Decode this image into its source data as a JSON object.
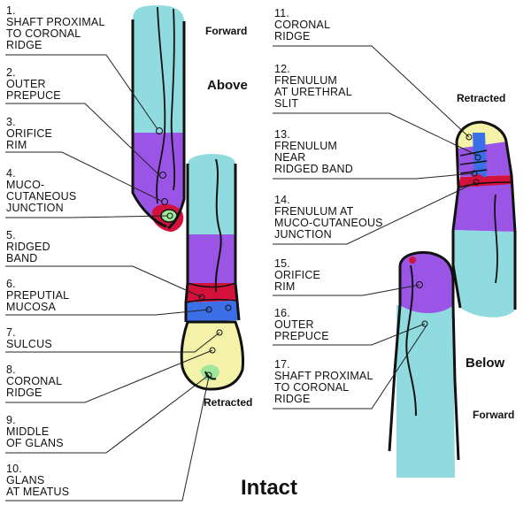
{
  "headings": {
    "forward_top": "Forward",
    "above": "Above",
    "retracted_top": "Retracted",
    "retracted_left": "Retracted",
    "below": "Below",
    "forward_bottom": "Forward",
    "intact": "Intact"
  },
  "labels": [
    {
      "id": 1,
      "text": "1.\nSHAFT PROXIMAL\nTO CORONAL\nRIDGE"
    },
    {
      "id": 2,
      "text": "2.\nOUTER\nPREPUCE"
    },
    {
      "id": 3,
      "text": "3.\nORIFICE\nRIM"
    },
    {
      "id": 4,
      "text": "4.\nMUCO-\nCUTANEOUS\nJUNCTION"
    },
    {
      "id": 5,
      "text": "5.\nRIDGED\nBAND"
    },
    {
      "id": 6,
      "text": "6.\nPREPUTIAL\nMUCOSA"
    },
    {
      "id": 7,
      "text": "7.\nSULCUS"
    },
    {
      "id": 8,
      "text": "8.\nCORONAL\nRIDGE"
    },
    {
      "id": 9,
      "text": "9.\nMIDDLE\nOF GLANS"
    },
    {
      "id": 10,
      "text": "10.\nGLANS\nAT MEATUS"
    },
    {
      "id": 11,
      "text": "11.\nCORONAL\nRIDGE"
    },
    {
      "id": 12,
      "text": "12.\nFRENULUM\nAT URETHRAL\nSLIT"
    },
    {
      "id": 13,
      "text": "13.\nFRENULUM\nNEAR\nRIDGED BAND"
    },
    {
      "id": 14,
      "text": "14.\nFRENULUM AT\nMUCO-CUTANEOUS\nJUNCTION"
    },
    {
      "id": 15,
      "text": "15.\nORIFICE\nRIM"
    },
    {
      "id": 16,
      "text": "16.\nOUTER\nPREPUCE"
    },
    {
      "id": 17,
      "text": "17.\nSHAFT PROXIMAL\nTO CORONAL\nRIDGE"
    }
  ],
  "colors": {
    "shaft": "#8fdbe0",
    "prepuce": "#9b55e6",
    "mucosa_blue": "#3a6fe8",
    "ridged_red": "#d3113a",
    "glans": "#f3f2a8",
    "meatus": "#9ee79a",
    "line": "#1a1a1a"
  }
}
